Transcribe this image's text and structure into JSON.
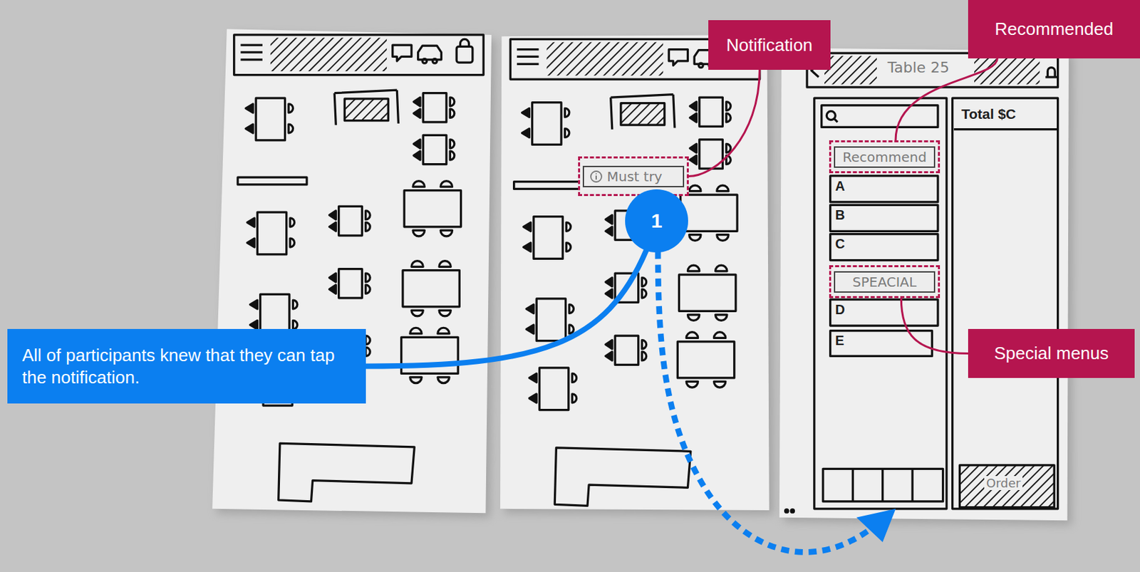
{
  "diagram": {
    "nodes": [
      {
        "text": [
          "Notification"
        ]
      },
      {
        "text": [
          "Recommended"
        ]
      },
      {
        "text": [
          "Special menus"
        ]
      },
      {
        "text": [
          "Must try"
        ]
      },
      {
        "text": [
          "Recommend"
        ]
      },
      {
        "text": [
          "SPEACIAL"
        ]
      },
      {
        "text": [
          "1"
        ]
      },
      {
        "text": [
          "All of participants knew that they can tap the notification."
        ]
      }
    ],
    "edges": [
      {
        "from": 0,
        "to": 3,
        "arrow": "none"
      },
      {
        "from": 1,
        "to": 4,
        "arrow": "none"
      },
      {
        "from": 2,
        "to": 5,
        "arrow": "none"
      },
      {
        "from": 7,
        "to": 6,
        "arrow": "none"
      }
    ],
    "labels": [
      "Table 25",
      "Total $C",
      "A",
      "B",
      "C",
      "D",
      "E",
      "Order"
    ]
  }
}
